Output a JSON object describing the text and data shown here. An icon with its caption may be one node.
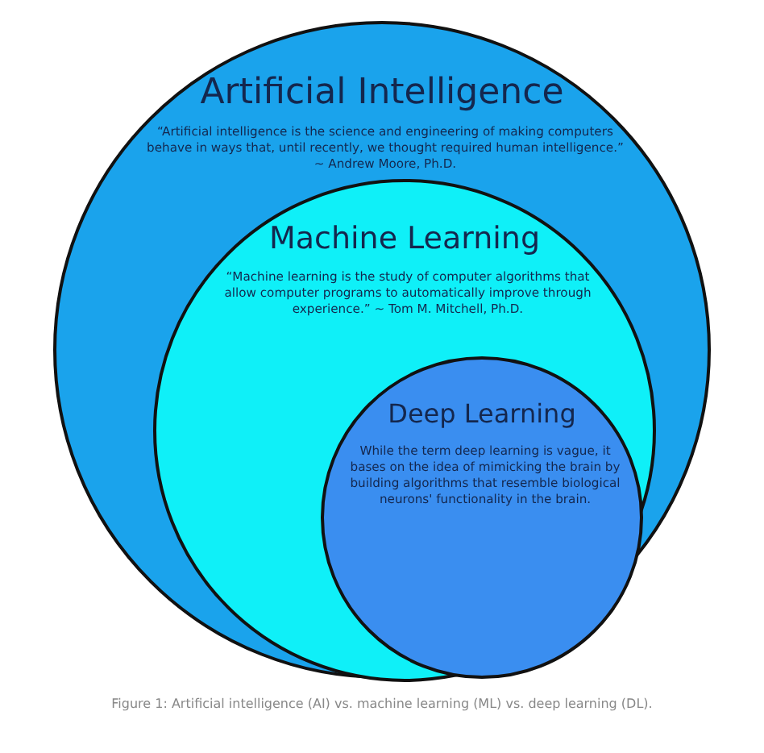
{
  "diagram": {
    "caption": "Figure 1: Artificial intelligence (AI) vs. machine learning (ML) vs. deep learning (DL).",
    "nodes": [
      {
        "text": [
          "Artificial Intelligence",
          "“Artificial intelligence is the science and engineering of making computers behave in ways that, until recently, we thought required human intelligence.” ~ Andrew Moore, Ph.D."
        ]
      },
      {
        "text": [
          "Machine Learning",
          "“Machine learning is the study of computer algorithms that allow computer programs to automatically improve through experience.” ~ Tom M. Mitchell, Ph.D."
        ],
        "in": 0
      },
      {
        "text": [
          "Deep Learning",
          "While the term deep learning is vague, it bases on the idea of mimicking the brain by building algorithms that resemble biological neurons' functionality in the brain."
        ],
        "in": 1
      }
    ]
  }
}
